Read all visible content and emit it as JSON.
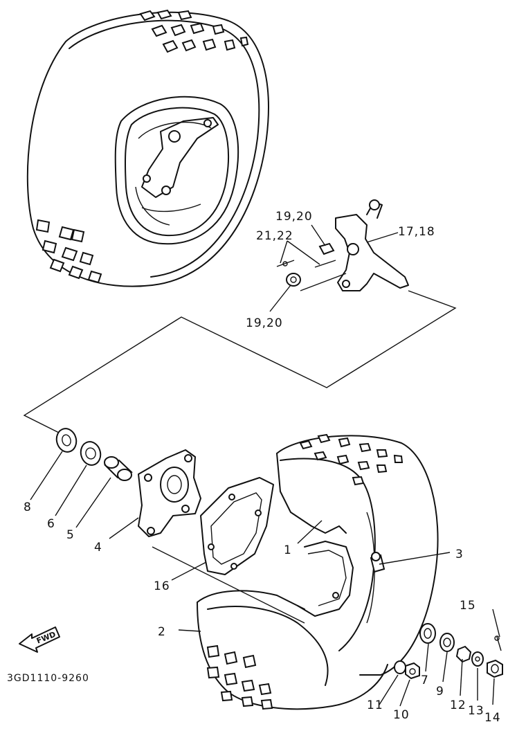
{
  "callouts": {
    "c1": "1",
    "c2": "2",
    "c3": "3",
    "c4": "4",
    "c5": "5",
    "c6": "6",
    "c7": "7",
    "c8": "8",
    "c9": "9",
    "c10": "10",
    "c11": "11",
    "c12": "12",
    "c13": "13",
    "c14": "14",
    "c15": "15",
    "c16": "16",
    "c17_18": "17,18",
    "c19_20_top": "19,20",
    "c19_20_bottom": "19,20",
    "c21_22": "21,22"
  },
  "fwd_label": "FWD",
  "diagram_code": "3GD1110-9260"
}
